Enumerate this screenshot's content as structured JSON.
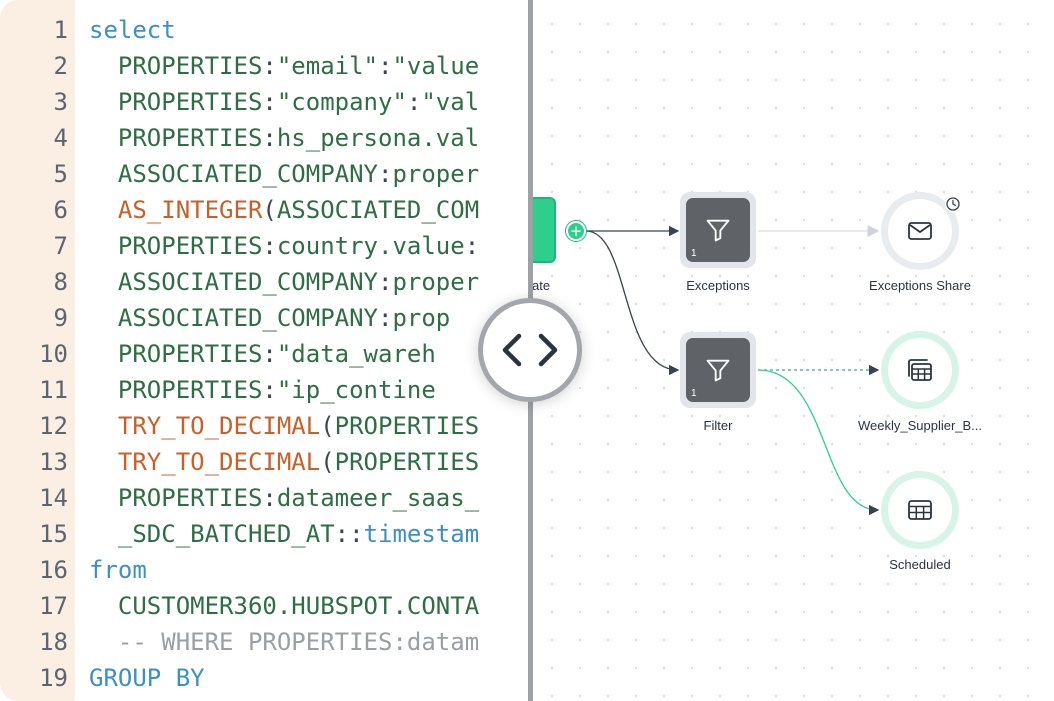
{
  "code_lines": [
    {
      "n": "1",
      "indent": "",
      "tokens": [
        {
          "t": "select",
          "c": "kw"
        }
      ]
    },
    {
      "n": "2",
      "indent": "  ",
      "tokens": [
        {
          "t": "PROPERTIES",
          "c": "grn"
        },
        {
          "t": ":",
          "c": "pun"
        },
        {
          "t": "\"email\"",
          "c": "grn"
        },
        {
          "t": ":",
          "c": "pun"
        },
        {
          "t": "\"value",
          "c": "grn"
        }
      ]
    },
    {
      "n": "3",
      "indent": "  ",
      "tokens": [
        {
          "t": "PROPERTIES",
          "c": "grn"
        },
        {
          "t": ":",
          "c": "pun"
        },
        {
          "t": "\"company\"",
          "c": "grn"
        },
        {
          "t": ":",
          "c": "pun"
        },
        {
          "t": "\"val",
          "c": "grn"
        }
      ]
    },
    {
      "n": "4",
      "indent": "  ",
      "tokens": [
        {
          "t": "PROPERTIES",
          "c": "grn"
        },
        {
          "t": ":",
          "c": "pun"
        },
        {
          "t": "hs_persona.val",
          "c": "grn"
        }
      ]
    },
    {
      "n": "5",
      "indent": "  ",
      "tokens": [
        {
          "t": "ASSOCIATED_COMPANY",
          "c": "grn"
        },
        {
          "t": ":",
          "c": "pun"
        },
        {
          "t": "proper",
          "c": "grn"
        }
      ]
    },
    {
      "n": "6",
      "indent": "  ",
      "tokens": [
        {
          "t": "AS_INTEGER",
          "c": "org"
        },
        {
          "t": "(",
          "c": "pun"
        },
        {
          "t": "ASSOCIATED_COM",
          "c": "grn"
        }
      ]
    },
    {
      "n": "7",
      "indent": "  ",
      "tokens": [
        {
          "t": "PROPERTIES",
          "c": "grn"
        },
        {
          "t": ":",
          "c": "pun"
        },
        {
          "t": "country.value",
          "c": "grn"
        },
        {
          "t": ":",
          "c": "pun"
        }
      ]
    },
    {
      "n": "8",
      "indent": "  ",
      "tokens": [
        {
          "t": "ASSOCIATED_COMPANY",
          "c": "grn"
        },
        {
          "t": ":",
          "c": "pun"
        },
        {
          "t": "proper",
          "c": "grn"
        }
      ]
    },
    {
      "n": "9",
      "indent": "  ",
      "tokens": [
        {
          "t": "ASSOCIATED_COMPANY",
          "c": "grn"
        },
        {
          "t": ":",
          "c": "pun"
        },
        {
          "t": "prop",
          "c": "grn"
        }
      ]
    },
    {
      "n": "10",
      "indent": "  ",
      "tokens": [
        {
          "t": "PROPERTIES",
          "c": "grn"
        },
        {
          "t": ":",
          "c": "pun"
        },
        {
          "t": "\"data_wareh",
          "c": "grn"
        }
      ]
    },
    {
      "n": "11",
      "indent": "  ",
      "tokens": [
        {
          "t": "PROPERTIES",
          "c": "grn"
        },
        {
          "t": ":",
          "c": "pun"
        },
        {
          "t": "\"ip_contine",
          "c": "grn"
        }
      ]
    },
    {
      "n": "12",
      "indent": "  ",
      "tokens": [
        {
          "t": "TRY_TO_DECIMAL",
          "c": "org"
        },
        {
          "t": "(",
          "c": "pun"
        },
        {
          "t": "PROPERTIES",
          "c": "grn"
        }
      ]
    },
    {
      "n": "13",
      "indent": "  ",
      "tokens": [
        {
          "t": "TRY_TO_DECIMAL",
          "c": "org"
        },
        {
          "t": "(",
          "c": "pun"
        },
        {
          "t": "PROPERTIES",
          "c": "grn"
        }
      ]
    },
    {
      "n": "14",
      "indent": "  ",
      "tokens": [
        {
          "t": "PROPERTIES",
          "c": "grn"
        },
        {
          "t": ":",
          "c": "pun"
        },
        {
          "t": "datameer_saas_",
          "c": "grn"
        }
      ]
    },
    {
      "n": "15",
      "indent": "  ",
      "tokens": [
        {
          "t": "_SDC_BATCHED_AT",
          "c": "grn"
        },
        {
          "t": "::",
          "c": "pun"
        },
        {
          "t": "timestam",
          "c": "kw"
        }
      ]
    },
    {
      "n": "16",
      "indent": "",
      "tokens": [
        {
          "t": "from",
          "c": "kw"
        }
      ]
    },
    {
      "n": "17",
      "indent": "  ",
      "tokens": [
        {
          "t": "CUSTOMER360.HUBSPOT.CONTA",
          "c": "grn"
        }
      ]
    },
    {
      "n": "18",
      "indent": "  ",
      "tokens": [
        {
          "t": "-- WHERE PROPERTIES:datam",
          "c": "cm"
        }
      ]
    },
    {
      "n": "19",
      "indent": "",
      "tokens": [
        {
          "t": "GROUP BY",
          "c": "kw"
        }
      ]
    }
  ],
  "flow": {
    "source_label": "ate",
    "add_symbol": "+",
    "nodes": {
      "exceptions": {
        "label": "Exceptions",
        "count": "1",
        "icon": "filter-icon"
      },
      "filter": {
        "label": "Filter",
        "count": "1",
        "icon": "filter-icon"
      },
      "exceptions_share": {
        "label": "Exceptions Share",
        "icon": "mail-icon"
      },
      "weekly_supplier": {
        "label": "Weekly_Supplier_B...",
        "icon": "table-stack-icon"
      },
      "scheduled": {
        "label": "Scheduled",
        "icon": "table-icon"
      }
    }
  },
  "colors": {
    "accent_green": "#2ecf8c",
    "node_grey": "#5f6368",
    "gutter": "#fbeee2",
    "keyword": "#3d8fc6",
    "identifier": "#2f6e45",
    "function": "#c8602a"
  }
}
